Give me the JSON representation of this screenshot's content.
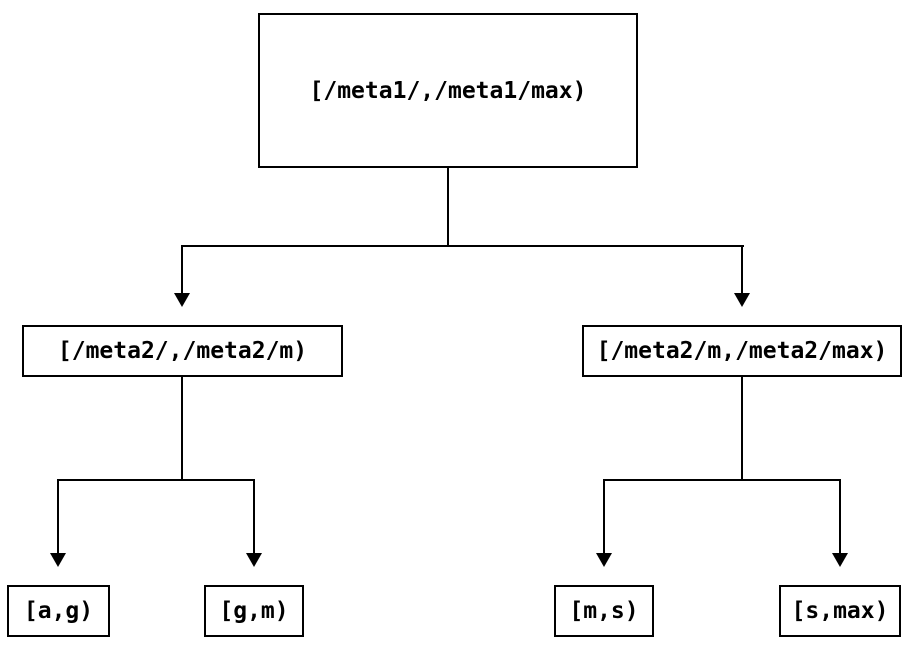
{
  "diagram": {
    "type": "tree",
    "colors": {
      "background": "#ffffff",
      "line": "#000000",
      "text": "#000000"
    },
    "nodes": {
      "root": "[/meta1/,/meta1/max)",
      "level2_left": "[/meta2/,/meta2/m)",
      "level2_right": "[/meta2/m,/meta2/max)",
      "leaf_a_g": "[a,g)",
      "leaf_g_m": "[g,m)",
      "leaf_m_s": "[m,s)",
      "leaf_s_max": "[s,max)"
    },
    "edges": [
      {
        "from": "root",
        "to": "level2_left"
      },
      {
        "from": "root",
        "to": "level2_right"
      },
      {
        "from": "level2_left",
        "to": "leaf_a_g"
      },
      {
        "from": "level2_left",
        "to": "leaf_g_m"
      },
      {
        "from": "level2_right",
        "to": "leaf_m_s"
      },
      {
        "from": "level2_right",
        "to": "leaf_s_max"
      }
    ]
  }
}
